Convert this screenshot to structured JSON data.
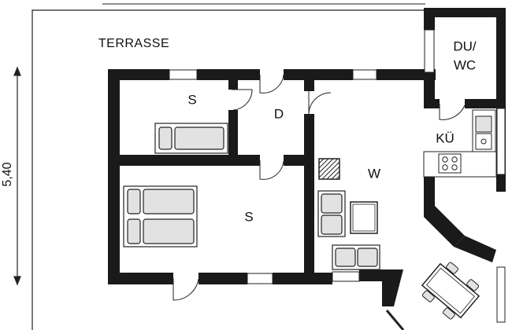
{
  "labels": {
    "terrace": "TERRASSE",
    "bedroom_small": "S",
    "bedroom_large": "S",
    "hall": "D",
    "living": "W",
    "kitchen": "KÜ",
    "bathroom_line1": "DU/",
    "bathroom_line2": "WC",
    "dimension": "5,40"
  },
  "colors": {
    "wall": "#1a1a1a",
    "furniture_fill": "#e2e2e2",
    "outline": "#222222",
    "background": "#ffffff"
  }
}
